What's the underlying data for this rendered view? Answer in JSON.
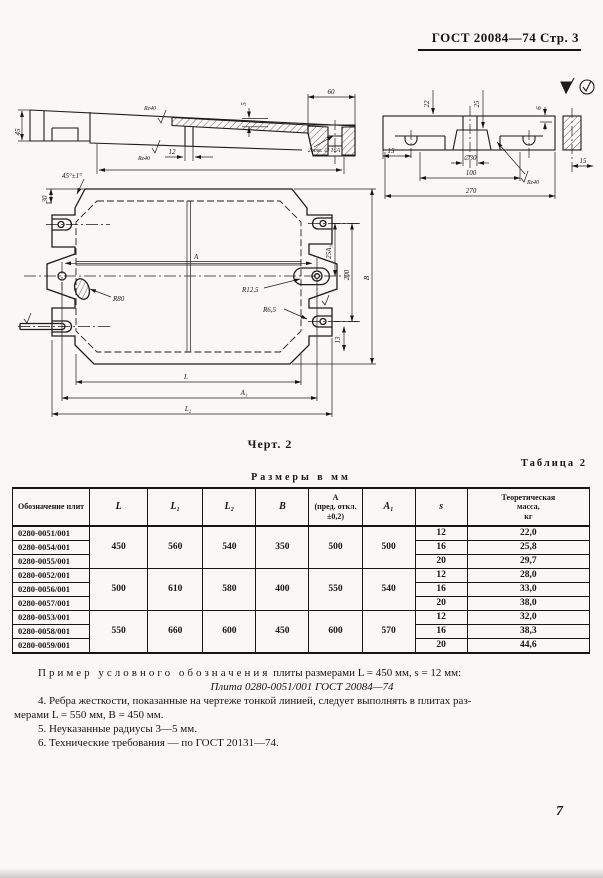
{
  "page": {
    "header": "ГОСТ 20084—74 Стр. 3",
    "page_number": "7"
  },
  "drawings": {
    "caption": "Черт. 2",
    "finish_mark": "Rz40",
    "left_section": {
      "dim_45": "45",
      "dim_5": "5",
      "dim_60": "60",
      "dim_12": "12",
      "holes_note": "2отв. ∅ 16А"
    },
    "right_section": {
      "dim_22": "22",
      "dim_25": "25",
      "dim_6": "6",
      "dim_15_left": "15",
      "dim_d30": "∅30",
      "dim_100": "100",
      "dim_270": "270",
      "dim_15_right": "15",
      "finish": "Rz40"
    },
    "plan": {
      "angle": "45°±1°",
      "dim_30": "30",
      "label_a": "A",
      "r80": "R80",
      "r12_5": "R12,5",
      "r6_5": "R6,5",
      "dim_25a3": "25A₃",
      "dim_200": "200",
      "dim_b": "B",
      "dim_13": "13",
      "dim_l": "L",
      "dim_a1": "A₁",
      "dim_l2": "L₂"
    }
  },
  "table": {
    "title": "Таблица 2",
    "units": "Размеры в мм",
    "headers": [
      "Обозначение плит",
      "L",
      "L₁",
      "L₂",
      "B",
      "A\n(пред. откл.\n±0,2)",
      "A₁",
      "s",
      "Теоретическая\nмасса,\nкг"
    ],
    "groups": [
      {
        "L": "450",
        "L1": "560",
        "L2": "540",
        "B": "350",
        "A": "500",
        "A1": "500",
        "rows": [
          {
            "name": "0280-0051/001",
            "s": "12",
            "m": "22,0"
          },
          {
            "name": "0280-0054/001",
            "s": "16",
            "m": "25,8"
          },
          {
            "name": "0280-0055/001",
            "s": "20",
            "m": "29,7"
          }
        ]
      },
      {
        "L": "500",
        "L1": "610",
        "L2": "580",
        "B": "400",
        "A": "550",
        "A1": "540",
        "rows": [
          {
            "name": "0280-0052/001",
            "s": "12",
            "m": "28,0"
          },
          {
            "name": "0280-0056/001",
            "s": "16",
            "m": "33,0"
          },
          {
            "name": "0280-0057/001",
            "s": "20",
            "m": "38,0"
          }
        ]
      },
      {
        "L": "550",
        "L1": "660",
        "L2": "600",
        "B": "450",
        "A": "600",
        "A1": "570",
        "rows": [
          {
            "name": "0280-0053/001",
            "s": "12",
            "m": "32,0"
          },
          {
            "name": "0280-0058/001",
            "s": "16",
            "m": "38,3"
          },
          {
            "name": "0280-0059/001",
            "s": "20",
            "m": "44,6"
          }
        ]
      }
    ]
  },
  "notes": {
    "example_spaced": "Пример условного обозначения",
    "example_rest": " плиты размерами L = 450 мм, s = 12 мм:",
    "example_value": "Плита 0280-0051/001 ГОСТ 20084—74",
    "note4": "4. Ребра жесткости, показанные на чертеже тонкой линией, следует выполнять в  плитах раз-\nмерами L = 550 мм, B = 450 мм.",
    "note5": "5. Неуказанные радиусы 3—5 мм.",
    "note6": "6. Технические требования — по ГОСТ 20131—74."
  }
}
